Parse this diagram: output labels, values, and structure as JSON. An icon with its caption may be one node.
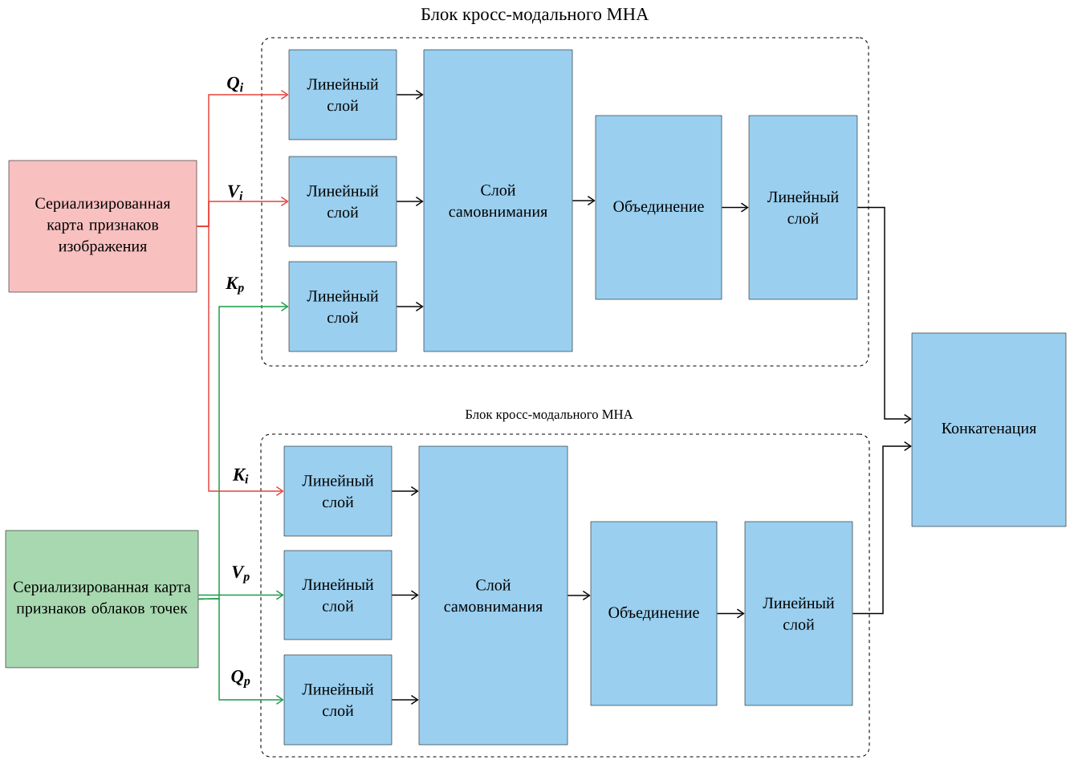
{
  "diagram": {
    "nodes": [
      {
        "text": [
          "Сериализированная карта признаков изображения"
        ]
      },
      {
        "text": [
          "Сериализированная карта признаков облаков точек"
        ]
      },
      {
        "text": [
          "Блок кросс-модального MHA"
        ]
      },
      {
        "text": [
          "Линейный слой"
        ],
        "in": 2
      },
      {
        "text": [
          "Линейный слой"
        ],
        "in": 2
      },
      {
        "text": [
          "Линейный слой"
        ],
        "in": 2
      },
      {
        "text": [
          "Слой самовнимания"
        ],
        "in": 2
      },
      {
        "text": [
          "Объединение"
        ],
        "in": 2
      },
      {
        "text": [
          "Линейный слой"
        ],
        "in": 2
      },
      {
        "text": [
          "Блок кросс-модального MHA"
        ]
      },
      {
        "text": [
          "Линейный слой"
        ],
        "in": 9
      },
      {
        "text": [
          "Линейный слой"
        ],
        "in": 9
      },
      {
        "text": [
          "Линейный слой"
        ],
        "in": 9
      },
      {
        "text": [
          "Слой самовнимания"
        ],
        "in": 9
      },
      {
        "text": [
          "Объединение"
        ],
        "in": 9
      },
      {
        "text": [
          "Линейный слой"
        ],
        "in": 9
      },
      {
        "text": [
          "Конкатенация"
        ]
      }
    ],
    "edges": [
      {
        "from": 0,
        "to": 3,
        "arrow": "to",
        "label": "Q$_{i}$",
        "color": "#e8413c"
      },
      {
        "from": 0,
        "to": 4,
        "arrow": "to",
        "label": "V$_{i}$",
        "color": "#e8413c"
      },
      {
        "from": 1,
        "to": 5,
        "arrow": "to",
        "label": "K$_{p}$",
        "color": "#1a9b48"
      },
      {
        "from": 0,
        "to": 10,
        "arrow": "to",
        "label": "K$_{i}$",
        "color": "#e8413c"
      },
      {
        "from": 1,
        "to": 11,
        "arrow": "to",
        "label": "V$_{p}$",
        "color": "#1a9b48"
      },
      {
        "from": 1,
        "to": 12,
        "arrow": "to",
        "label": "Q$_{p}$",
        "color": "#1a9b48"
      },
      {
        "from": 3,
        "to": 6,
        "arrow": "to"
      },
      {
        "from": 4,
        "to": 6,
        "arrow": "to"
      },
      {
        "from": 5,
        "to": 6,
        "arrow": "to"
      },
      {
        "from": 6,
        "to": 7,
        "arrow": "to"
      },
      {
        "from": 7,
        "to": 8,
        "arrow": "to"
      },
      {
        "from": 8,
        "to": 16,
        "arrow": "to"
      },
      {
        "from": 10,
        "to": 13,
        "arrow": "to"
      },
      {
        "from": 11,
        "to": 13,
        "arrow": "to"
      },
      {
        "from": 12,
        "to": 13,
        "arrow": "to"
      },
      {
        "from": 13,
        "to": 14,
        "arrow": "to"
      },
      {
        "from": 14,
        "to": 15,
        "arrow": "to"
      },
      {
        "from": 15,
        "to": 16,
        "arrow": "to"
      }
    ]
  }
}
